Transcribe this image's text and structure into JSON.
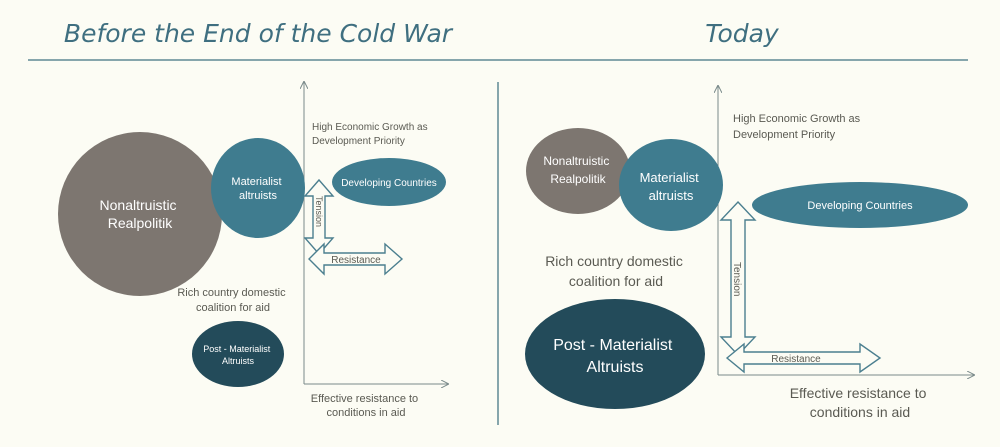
{
  "colors": {
    "background": "#fcfcf4",
    "title": "#3f6f80",
    "rule": "#5e8a93",
    "gray_circle": "#7d7670",
    "blue_circle": "#3f7c8f",
    "dark_circle": "#234b5a",
    "arrow_outline": "#4b7f8f",
    "label_text": "#5a5a52"
  },
  "left": {
    "title": "Before the End of the Cold War",
    "nonaltruistic": [
      "Nonaltruistic",
      "Realpolitik"
    ],
    "materialist": [
      "Materialist",
      "altruists"
    ],
    "developing": "Developing Countries",
    "y_axis_label": [
      "High Economic Growth as",
      "Development Priority"
    ],
    "tension": "Tension",
    "resistance": "Resistance",
    "coalition": [
      "Rich country domestic",
      "coalition for aid"
    ],
    "post_materialist": [
      "Post - Materialist",
      "Altruists"
    ],
    "x_axis_label": [
      "Effective resistance to",
      "conditions in aid"
    ]
  },
  "right": {
    "title": "Today",
    "nonaltruistic": [
      "Nonaltruistic",
      "Realpolitik"
    ],
    "materialist": [
      "Materialist",
      "altruists"
    ],
    "developing": "Developing Countries",
    "y_axis_label": [
      "High Economic Growth as",
      "Development Priority"
    ],
    "tension": "Tension",
    "resistance": "Resistance",
    "coalition": [
      "Rich country domestic",
      "coalition for aid"
    ],
    "post_materialist": [
      "Post - Materialist",
      "Altruists"
    ],
    "x_axis_label": [
      "Effective resistance to",
      "conditions in aid"
    ]
  }
}
